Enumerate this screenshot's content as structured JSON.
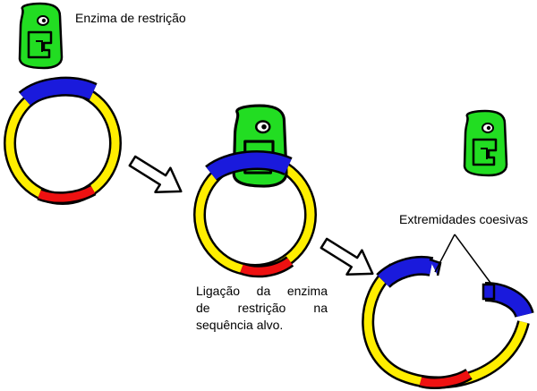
{
  "labels": {
    "enzyme": "Enzima de restrição",
    "binding_line1": "Ligação da enzima",
    "binding_line2": "de restrição na",
    "binding_line3": "sequência alvo.",
    "cohesive_ends": "Extremidades coesivas"
  },
  "icons": {
    "enzyme": "restriction-enzyme-icon",
    "plasmid": "plasmid-icon",
    "arrow": "process-arrow-icon"
  },
  "colors": {
    "enzyme_body": "#22dd22",
    "dna_yellow": "#ffee00",
    "dna_blue": "#1a1adc",
    "dna_red": "#ee1111",
    "outline": "#000000"
  }
}
